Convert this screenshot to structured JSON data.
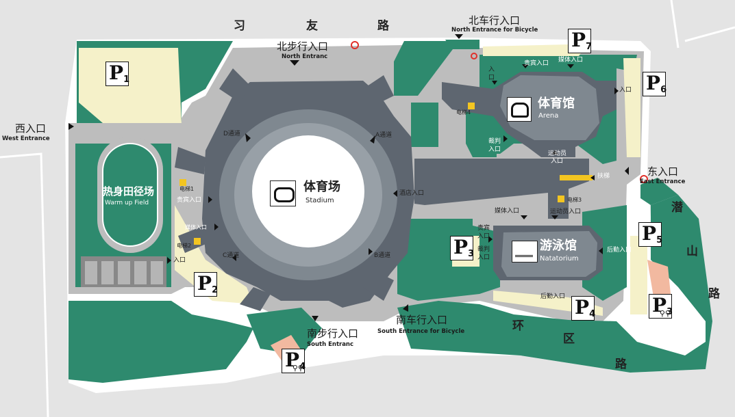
{
  "roads": {
    "north": [
      "习",
      "友",
      "路"
    ],
    "east": [
      "潜",
      "山",
      "路"
    ],
    "south": [
      "环",
      "区",
      "路"
    ]
  },
  "entrances": {
    "north_zh": "北步行入口",
    "north_en": "North Entranc",
    "north_bike_zh": "北车行入口",
    "north_bike_en": "North Entrance for Bicycle",
    "west_zh": "西入口",
    "west_en": "West Entrance",
    "east_zh": "东入口",
    "east_en": "East Entrance",
    "south_zh": "南步行入口",
    "south_en": "South Entranc",
    "south_bike_zh": "南车行入口",
    "south_bike_en": "South Entrance for Bicycle"
  },
  "venues": {
    "stadium_zh": "体育场",
    "stadium_en": "Stadium",
    "arena_zh": "体育馆",
    "arena_en": "Arena",
    "natatorium_zh": "游泳馆",
    "natatorium_en": "Natatorium",
    "warmup_zh": "热身田径场",
    "warmup_en": "Warm up Field"
  },
  "parking": {
    "p1": {
      "letter": "P",
      "num": "1"
    },
    "p2": {
      "letter": "P",
      "num": "2"
    },
    "p3": {
      "letter": "P",
      "num": "3"
    },
    "p4": {
      "letter": "P",
      "num": "4"
    },
    "p5": {
      "letter": "P",
      "num": "5"
    },
    "p6": {
      "letter": "P",
      "num": "6"
    },
    "p7": {
      "letter": "P",
      "num": "7"
    },
    "p3_bike": {
      "letter": "P",
      "num": "3",
      "icon": "bicycle-icon"
    },
    "p4_bike": {
      "letter": "P",
      "num": "4",
      "icon": "bicycle-icon"
    }
  },
  "labels": {
    "d_passage": "D通道",
    "a_passage": "A通道",
    "b_passage": "B通道",
    "c_passage": "C通道",
    "elevator1": "电梯1",
    "elevator2": "电梯2",
    "elevator3": "电梯3",
    "elevator4": "电梯4",
    "vip_left": "贵宾入口",
    "media_left": "媒体入口",
    "entry_left": "入口",
    "hotel": "酒店入口",
    "vip_arena": "贵宾入口",
    "media_arena": "媒体入口",
    "entry_arena_right": "入口",
    "entry_arena_left_1": "入",
    "entry_arena_left_2": "口",
    "referee_arena_1": "裁判",
    "referee_arena_2": "入口",
    "athlete_arena_1": "运动员",
    "athlete_arena_2": "入口",
    "escalator": "扶梯",
    "media_nat": "媒体入口",
    "athlete_nat": "运动员入口",
    "vip_nat_1": "贵宾",
    "vip_nat_2": "入口",
    "referee_nat_1": "裁判",
    "referee_nat_2": "入口",
    "logistics_right": "后勤入口",
    "logistics_bottom": "后勤入口"
  },
  "colors": {
    "green": "#2e8a6e",
    "gray_road": "#bdbdbd",
    "building": "#5e6670",
    "building_light": "#7f8890",
    "parking_yellow": "#f5f1c9",
    "elevator": "#f3c521",
    "bike_parking": "#f2b9a0",
    "marker_red": "#e0302a"
  }
}
